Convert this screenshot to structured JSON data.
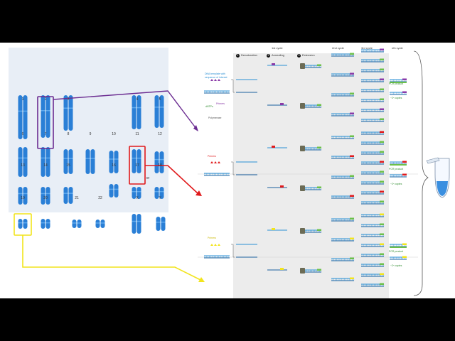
{
  "karyotype": {
    "labels": [
      "1",
      "2",
      "3",
      "4",
      "5",
      "6",
      "7",
      "8",
      "9",
      "10",
      "11",
      "12",
      "13",
      "14",
      "15",
      "16",
      "17",
      "18",
      "19",
      "20",
      "21",
      "22",
      "X",
      "or",
      "Y"
    ],
    "colors": {
      "chromosome": "#2a7fd6",
      "chromosome_light": "#5ea9ee",
      "background": "#e8eef6"
    }
  },
  "highlights": {
    "purple": "#6b2c91",
    "red": "#e0191b",
    "yellow": "#f2e41c"
  },
  "pcr": {
    "cycle_headers": [
      "1st cycle",
      "2nd cycle",
      "3rd cycle",
      "nth cycle"
    ],
    "steps": [
      {
        "num": "1",
        "label": "Denaturation"
      },
      {
        "num": "2",
        "label": "Annealing"
      },
      {
        "num": "3",
        "label": "Extension"
      }
    ],
    "template_label": "DNA template with sequence of interest",
    "primers_label": "Primers",
    "dntps_label": "dNTPs",
    "polymerase_label": "Polymerase",
    "product_label": "PCR product",
    "copies_label": "~2ⁿ copies",
    "colors": {
      "strand": "#2a8fd4",
      "strand_dark": "#1a5f9e",
      "green": "#6cc04a",
      "purple": "#8a3aa8",
      "red": "#e0191b",
      "yellow": "#f2e41c",
      "panel": "#ececec",
      "tube": "#3a8fe0"
    }
  }
}
